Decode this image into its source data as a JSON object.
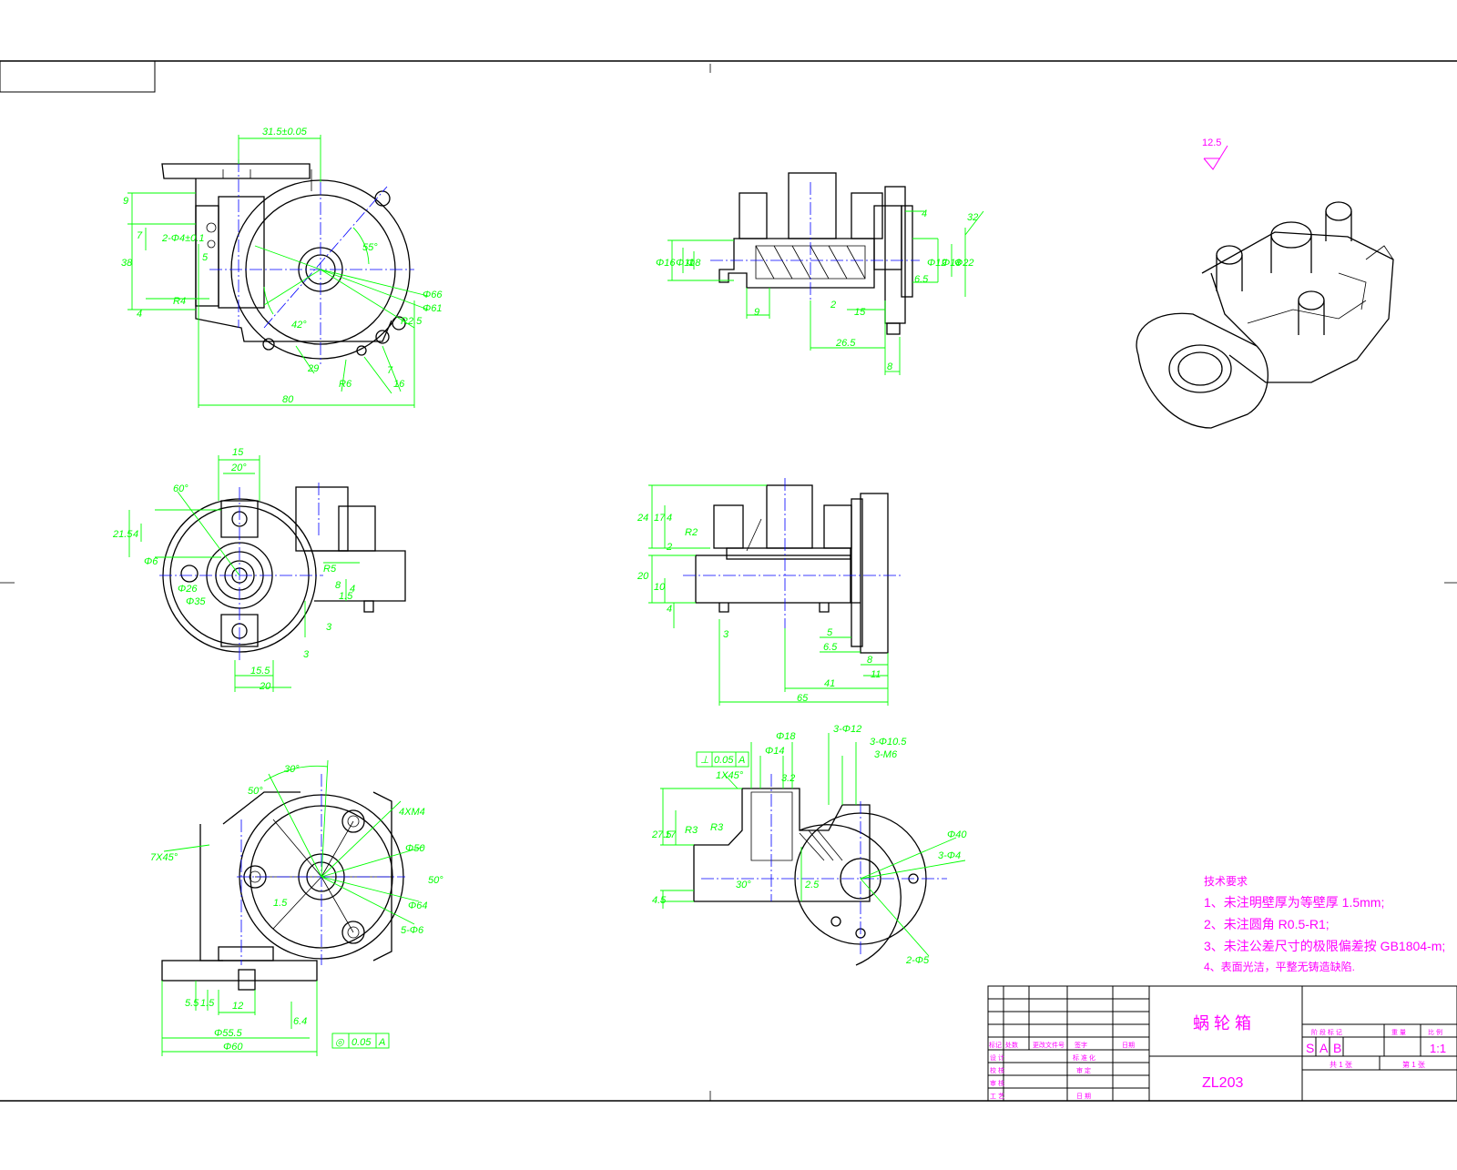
{
  "drawing": {
    "title": "蜗 轮 箱",
    "drawing_no": "ZL203",
    "scale": "1:1",
    "stage_marks": [
      "S",
      "A",
      "B"
    ],
    "sheet_total": "共 1 张",
    "sheet_index": "第 1 张",
    "roughness_general": "12.5"
  },
  "tech_requirements": {
    "heading": "技术要求",
    "items": [
      "1、未注明壁厚为等壁厚 1.5mm;",
      "2、未注圆角 R0.5-R1;",
      "3、未注公差尺寸的极限偏差按 GB1804-m;",
      "4、表面光洁，平整无铸造缺陷."
    ]
  },
  "title_block": {
    "head_labels": [
      "标记",
      "处数",
      "更改文件号",
      "签字",
      "日期"
    ],
    "left_rows": [
      "设 计",
      "校 核",
      "审 核",
      "工 艺"
    ],
    "mid_rows": [
      "标 准 化",
      "审 定",
      "日 期"
    ],
    "right_head": [
      "阶 段 标 记",
      "重 量",
      "比 例"
    ]
  },
  "dimensions": {
    "view1": [
      "31.5±0.05",
      "9",
      "7",
      "38",
      "2-Φ4±0.1",
      "5",
      "R4",
      "4",
      "55°",
      "Φ66",
      "Φ61",
      "R2.5",
      "42°",
      "29",
      "R6",
      "7",
      "16",
      "80"
    ],
    "view2": [
      "4",
      "32",
      "Φ16",
      "Φ11",
      "Φ8",
      "Φ18",
      "Φ12",
      "Φ22",
      "9",
      "2",
      "15",
      "6.5",
      "26.5",
      "8"
    ],
    "view3": [
      "15",
      "20°",
      "60°",
      "21.5",
      "4",
      "Φ6",
      "Φ26",
      "Φ35",
      "R5",
      "8",
      "4",
      "3",
      "15.5",
      "20",
      "3",
      "1.5"
    ],
    "view4": [
      "24",
      "17",
      "4",
      "2",
      "20",
      "10",
      "4",
      "R2",
      "3",
      "5",
      "6.5",
      "8",
      "11",
      "41",
      "65"
    ],
    "view5": [
      "30°",
      "50°",
      "7X45°",
      "4XM4",
      "Φ50",
      "50°",
      "Φ64",
      "5-Φ6",
      "1.5",
      "5.5",
      "1.5",
      "12",
      "6.4",
      "Φ55.5",
      "Φ60"
    ],
    "view6": [
      "Φ18",
      "Φ14",
      "3-Φ12",
      "3-Φ10.5",
      "3-M6",
      "0.05",
      "A",
      "1X45°",
      "3.2",
      "27.5",
      "17",
      "R3",
      "R3",
      "30°",
      "4.5",
      "2.5",
      "Φ40",
      "3-Φ4",
      "2-Φ5"
    ],
    "gdt_top": [
      "⊥",
      "0.05",
      "A"
    ],
    "gdt_bottom": [
      "◎",
      "0.05",
      "A"
    ]
  }
}
